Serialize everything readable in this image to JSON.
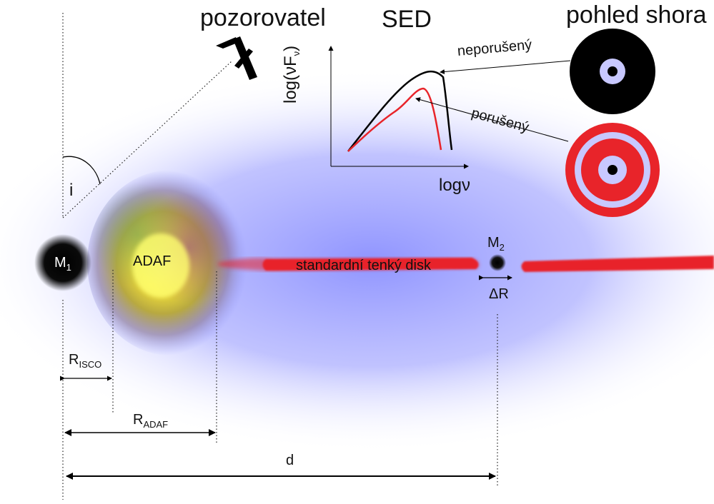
{
  "labels": {
    "observer": "pozorovatel",
    "sed_title": "SED",
    "top_view": "pohled shora",
    "inclination": "i",
    "m1_main": "M",
    "m1_sub": "1",
    "adaf": "ADAF",
    "thin_disk": "standardní tenký disk",
    "m2_main": "M",
    "m2_sub": "2",
    "delta_r": "ΔR",
    "risco_main": "R",
    "risco_sub": "ISCO",
    "radaf_main": "R",
    "radaf_sub": "ADAF",
    "d": "d",
    "y_axis_main": "log(νF",
    "y_axis_sub": "ν",
    "y_axis_close": ")",
    "x_axis": "logν",
    "undisturbed": "neporušený",
    "disturbed": "porušený"
  },
  "colors": {
    "disk_red": "#e8242a",
    "halo_blue": "#8f94ff",
    "black": "#000000",
    "ring_light": "#c8c8ff"
  }
}
